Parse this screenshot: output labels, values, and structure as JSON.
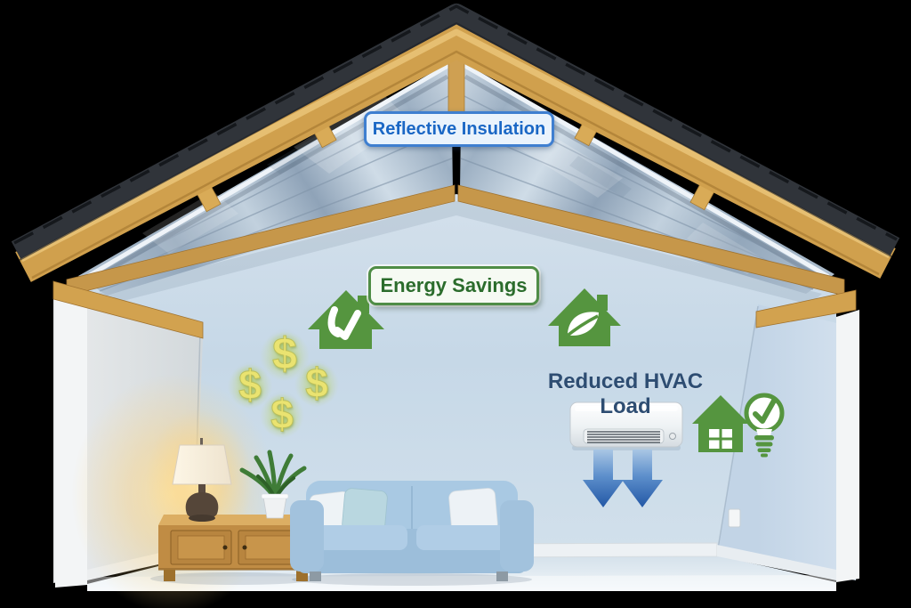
{
  "labels": {
    "reflective_insulation": "Reflective Insulation",
    "energy_savings": "Energy Savings",
    "reduced_hvac_load": "Reduced HVAC Load"
  },
  "symbols": {
    "dollar_sign": "$"
  },
  "icons": [
    "eco-house-check-icon",
    "eco-house-leaf-icon",
    "house-window-icon",
    "lightbulb-check-icon",
    "ac-unit",
    "airflow-arrow-down",
    "dollar-sign"
  ],
  "colors": {
    "background": "#000000",
    "label_blue_text": "#1a67c5",
    "label_blue_border": "#3f7fd0",
    "label_blue_bg": "#eaf3fc",
    "label_green_text": "#2b6c2c",
    "label_green_border": "#4f8d46",
    "label_green_bg": "#f6faf3",
    "hvac_text": "#2e4d72",
    "icon_green": "#55953f",
    "dollar_yellow": "#eae370",
    "arrow_blue": "#2c66b0",
    "roof_wood": "#d0a04d",
    "shingle_dark": "#30343a",
    "insulation_silver": "#b6c4d4",
    "wall_blue": "#c7d9e8",
    "sofa_blue": "#a6c6e0"
  }
}
